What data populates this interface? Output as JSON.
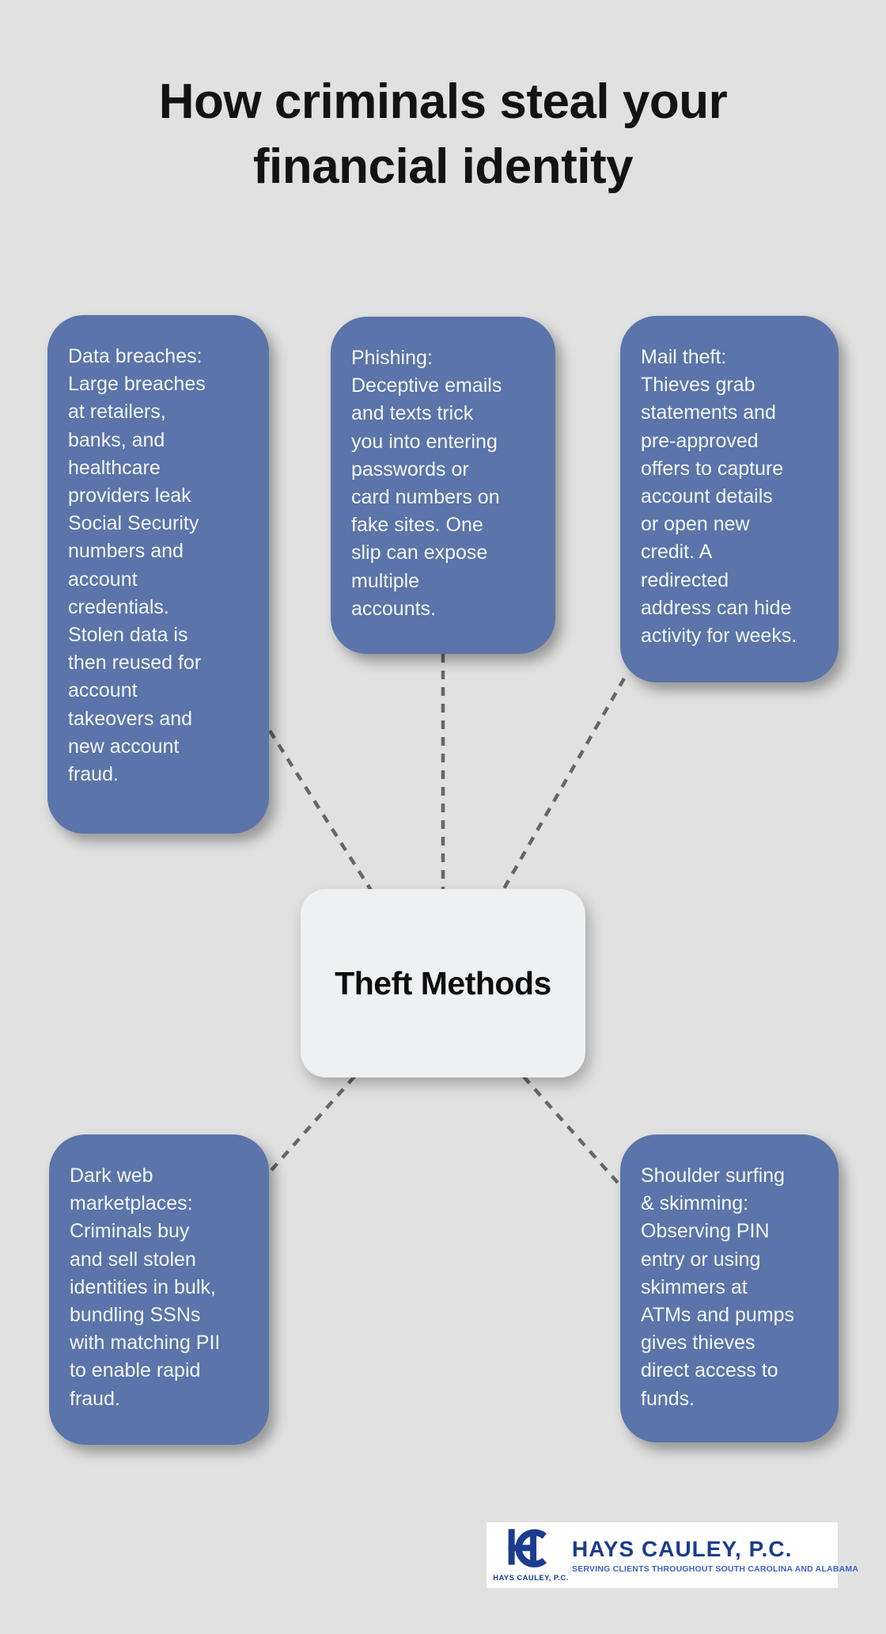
{
  "title": "How criminals steal your\nfinancial identity",
  "center_node": {
    "id": "theft-methods",
    "label": "Theft Methods"
  },
  "method_boxes": [
    {
      "id": "data-breaches",
      "text": "Data breaches:\nLarge breaches\nat retailers,\nbanks, and\nhealthcare\nproviders leak\nSocial Security\nnumbers and\naccount\ncredentials.\nStolen data is\nthen reused for\naccount\ntakeovers and\nnew account\nfraud."
    },
    {
      "id": "phishing",
      "text": "Phishing:\nDeceptive emails\nand texts trick\nyou into entering\npasswords or\ncard numbers on\nfake sites. One\nslip can expose\nmultiple\naccounts."
    },
    {
      "id": "mail-theft",
      "text": "Mail theft:\nThieves grab\nstatements and\npre-approved\noffers to capture\naccount details\nor open new\ncredit. A\nredirected\naddress can hide\nactivity for weeks."
    },
    {
      "id": "dark-web",
      "text": "Dark web\nmarketplaces:\nCriminals buy\nand sell stolen\nidentities in bulk,\nbundling SSNs\nwith matching PII\nto enable rapid\nfraud."
    },
    {
      "id": "shoulder-surfing",
      "text": "Shoulder surfing\n& skimming:\nObserving PIN\nentry or using\nskimmers at\nATMs and pumps\ngives thieves\ndirect access to\nfunds."
    }
  ],
  "connections": [
    {
      "from": "theft-methods",
      "to": "data-breaches",
      "style": "dashed"
    },
    {
      "from": "theft-methods",
      "to": "phishing",
      "style": "dashed"
    },
    {
      "from": "theft-methods",
      "to": "mail-theft",
      "style": "dashed"
    },
    {
      "from": "theft-methods",
      "to": "dark-web",
      "style": "dashed"
    },
    {
      "from": "theft-methods",
      "to": "shoulder-surfing",
      "style": "dashed"
    }
  ],
  "colors": {
    "page_background": "#e0e1e0",
    "method_box_fill": "#5b74a9",
    "method_box_text": "#f4f6fa",
    "center_node_fill": "#eef0f2",
    "center_node_text": "#0d0d0d",
    "title_text": "#131313",
    "connector_line": "#666666",
    "logo_navy": "#1b3c8f",
    "logo_blue": "#3f62c8",
    "logo_panel_background": "#ffffff"
  },
  "logo": {
    "monogram": "HC",
    "monogram_caption": "HAYS CAULEY, P.C.",
    "name": "HAYS CAULEY, P.C.",
    "tagline": "SERVING CLIENTS THROUGHOUT SOUTH CAROLINA AND ALABAMA"
  }
}
